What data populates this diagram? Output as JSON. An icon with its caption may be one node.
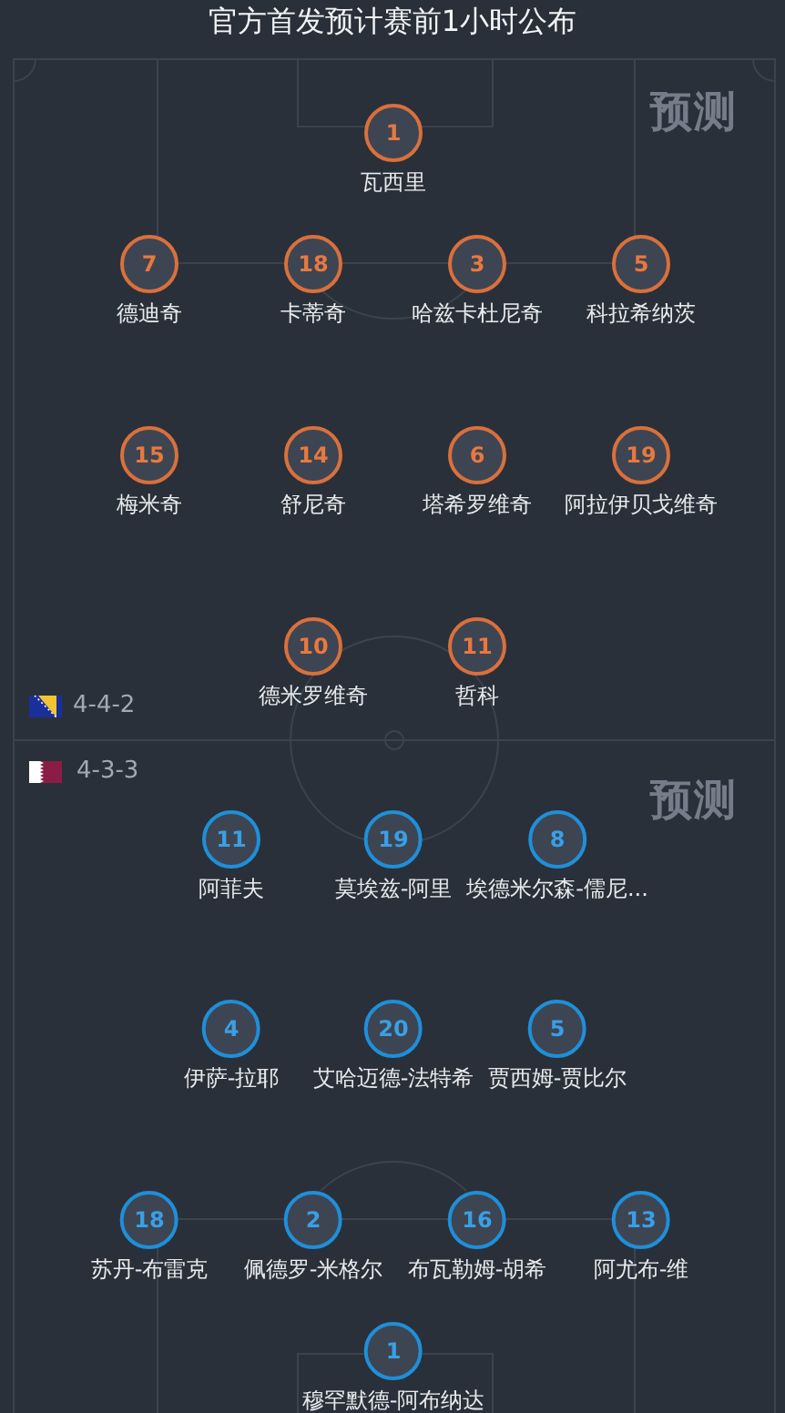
{
  "diagram": {
    "title": "官方首发预计赛前1小时公布",
    "nodes": [
      {
        "text": [
          "1"
        ],
        "beside": [
          "瓦西里"
        ]
      },
      {
        "text": [
          "7"
        ],
        "beside": [
          "德迪奇"
        ]
      },
      {
        "text": [
          "18"
        ],
        "beside": [
          "卡蒂奇"
        ]
      },
      {
        "text": [
          "3"
        ],
        "beside": [
          "哈兹卡杜尼奇"
        ]
      },
      {
        "text": [
          "5"
        ],
        "beside": [
          "科拉希纳茨"
        ]
      },
      {
        "text": [
          "15"
        ],
        "beside": [
          "梅米奇"
        ]
      },
      {
        "text": [
          "14"
        ],
        "beside": [
          "舒尼奇"
        ]
      },
      {
        "text": [
          "6"
        ],
        "beside": [
          "塔希罗维奇"
        ]
      },
      {
        "text": [
          "19"
        ],
        "beside": [
          "阿拉伊贝戈维奇"
        ]
      },
      {
        "text": [
          "10"
        ],
        "beside": [
          "德米罗维奇"
        ]
      },
      {
        "text": [
          "11"
        ],
        "beside": [
          "哲科"
        ]
      },
      {
        "text": [
          "11"
        ],
        "beside": [
          "阿菲夫"
        ]
      },
      {
        "text": [
          "19"
        ],
        "beside": [
          "莫埃兹-阿里"
        ]
      },
      {
        "text": [
          "8"
        ],
        "beside": [
          "埃德米尔森-儒尼..."
        ]
      },
      {
        "text": [
          "4"
        ],
        "beside": [
          "伊萨-拉耶"
        ]
      },
      {
        "text": [
          "20"
        ],
        "beside": [
          "艾哈迈德-法特希"
        ]
      },
      {
        "text": [
          "5"
        ],
        "beside": [
          "贾西姆-贾比尔"
        ]
      },
      {
        "text": [
          "18"
        ],
        "beside": [
          "苏丹-布雷克"
        ]
      },
      {
        "text": [
          "2"
        ],
        "beside": [
          "佩德罗-米格尔"
        ]
      },
      {
        "text": [
          "16"
        ],
        "beside": [
          "布瓦勒姆-胡希"
        ]
      },
      {
        "text": [
          "13"
        ],
        "beside": [
          "阿尤布-维"
        ]
      },
      {
        "text": [
          "1"
        ],
        "beside": [
          "穆罕默德-阿布纳达"
        ]
      }
    ],
    "labels": [
      "预测",
      "4-4-2",
      "4-3-3",
      "预测"
    ]
  }
}
